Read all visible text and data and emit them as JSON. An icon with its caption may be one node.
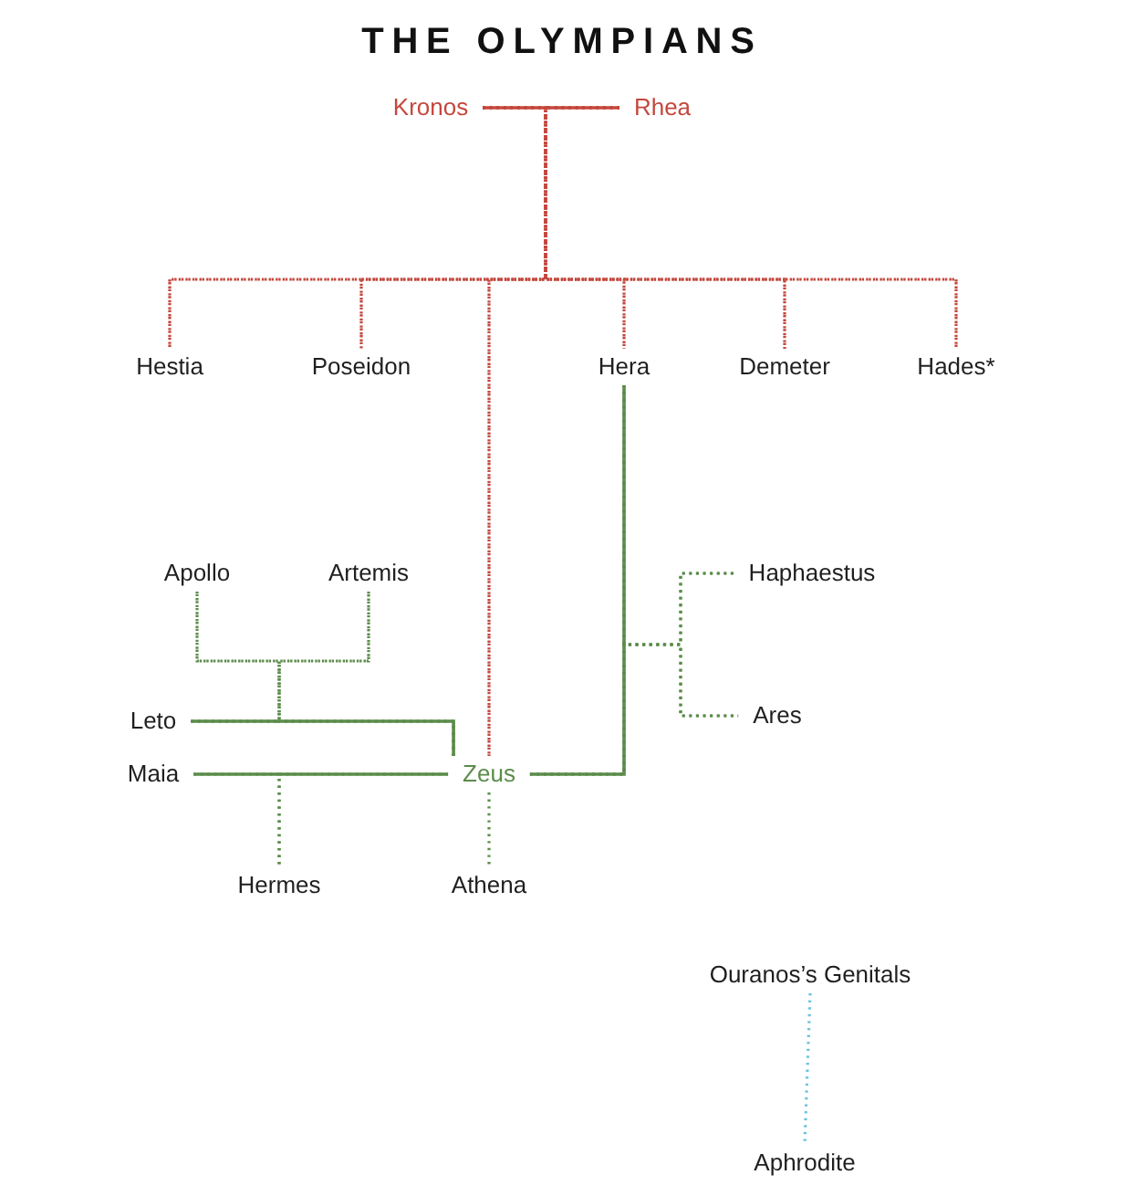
{
  "diagram": {
    "title": "THE OLYMPIANS",
    "nodes": [
      {
        "text": [
          "Kronos"
        ]
      },
      {
        "text": [
          "Rhea"
        ]
      },
      {
        "text": [
          "Hestia"
        ]
      },
      {
        "text": [
          "Poseidon"
        ]
      },
      {
        "text": [
          "Hera"
        ]
      },
      {
        "text": [
          "Demeter"
        ]
      },
      {
        "text": [
          "Hades*"
        ]
      },
      {
        "text": [
          "Apollo"
        ]
      },
      {
        "text": [
          "Artemis"
        ]
      },
      {
        "text": [
          "Haphaestus"
        ]
      },
      {
        "text": [
          "Leto"
        ]
      },
      {
        "text": [
          "Ares"
        ]
      },
      {
        "text": [
          "Maia"
        ]
      },
      {
        "text": [
          "Zeus"
        ]
      },
      {
        "text": [
          "Hermes"
        ]
      },
      {
        "text": [
          "Athena"
        ]
      },
      {
        "text": [
          "Ouranos’s Genitals"
        ]
      },
      {
        "text": [
          "Aphrodite"
        ]
      }
    ],
    "edges": [
      {
        "from": 0,
        "to": 1,
        "arrow": "none",
        "color": "#c4473d"
      },
      {
        "from": 0,
        "to": 2,
        "arrow": "none",
        "style": "dashed",
        "color": "#c4473d"
      },
      {
        "from": 1,
        "to": 2,
        "arrow": "none",
        "style": "dashed",
        "color": "#c4473d"
      },
      {
        "from": 0,
        "to": 3,
        "arrow": "none",
        "style": "dashed",
        "color": "#c4473d"
      },
      {
        "from": 1,
        "to": 3,
        "arrow": "none",
        "style": "dashed",
        "color": "#c4473d"
      },
      {
        "from": 0,
        "to": 13,
        "arrow": "none",
        "style": "dashed",
        "color": "#c4473d"
      },
      {
        "from": 1,
        "to": 13,
        "arrow": "none",
        "style": "dashed",
        "color": "#c4473d"
      },
      {
        "from": 0,
        "to": 4,
        "arrow": "none",
        "style": "dashed",
        "color": "#c4473d"
      },
      {
        "from": 1,
        "to": 4,
        "arrow": "none",
        "style": "dashed",
        "color": "#c4473d"
      },
      {
        "from": 0,
        "to": 5,
        "arrow": "none",
        "style": "dashed",
        "color": "#c4473d"
      },
      {
        "from": 1,
        "to": 5,
        "arrow": "none",
        "style": "dashed",
        "color": "#c4473d"
      },
      {
        "from": 0,
        "to": 6,
        "arrow": "none",
        "style": "dashed",
        "color": "#c4473d"
      },
      {
        "from": 1,
        "to": 6,
        "arrow": "none",
        "style": "dashed",
        "color": "#c4473d"
      },
      {
        "from": 10,
        "to": 13,
        "arrow": "none"
      },
      {
        "from": 12,
        "to": 13,
        "arrow": "none"
      },
      {
        "from": 13,
        "to": 4,
        "arrow": "none"
      },
      {
        "from": 10,
        "to": 7,
        "arrow": "none",
        "style": "dashed"
      },
      {
        "from": 13,
        "to": 7,
        "arrow": "none",
        "style": "dashed"
      },
      {
        "from": 10,
        "to": 8,
        "arrow": "none",
        "style": "dashed"
      },
      {
        "from": 13,
        "to": 8,
        "arrow": "none",
        "style": "dashed"
      },
      {
        "from": 12,
        "to": 14,
        "arrow": "none",
        "style": "dashed"
      },
      {
        "from": 13,
        "to": 14,
        "arrow": "none",
        "style": "dashed"
      },
      {
        "from": 13,
        "to": 15,
        "arrow": "none",
        "style": "dashed"
      },
      {
        "from": 4,
        "to": 9,
        "arrow": "none",
        "style": "dashed"
      },
      {
        "from": 13,
        "to": 9,
        "arrow": "none",
        "style": "dashed"
      },
      {
        "from": 4,
        "to": 11,
        "arrow": "none",
        "style": "dashed"
      },
      {
        "from": 13,
        "to": 11,
        "arrow": "none",
        "style": "dashed"
      },
      {
        "from": 16,
        "to": 17,
        "arrow": "none",
        "style": "dashed",
        "color": "#6cc3de"
      }
    ]
  }
}
